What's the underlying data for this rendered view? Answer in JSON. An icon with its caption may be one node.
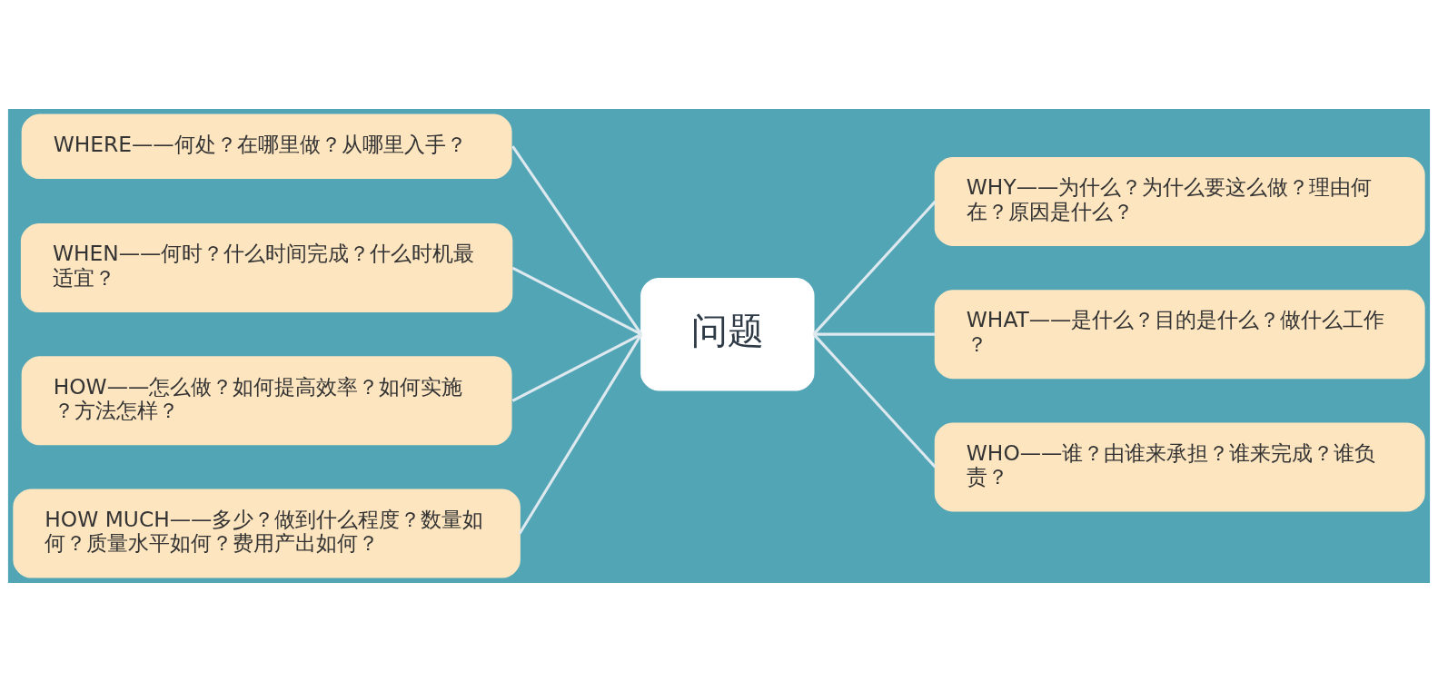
{
  "diagram": {
    "nodes": [
      {
        "text": [
          "问题"
        ]
      },
      {
        "text": [
          "WHERE——何处？在哪里做？从哪里入手？"
        ]
      },
      {
        "text": [
          "WHEN——何时？什么时间完成？什么时机最适宜？"
        ]
      },
      {
        "text": [
          "HOW——怎么做？如何提高效率？如何实施？方法怎样？"
        ]
      },
      {
        "text": [
          "HOW MUCH——多少？做到什么程度？数量如何？质量水平如何？费用产出如何？"
        ]
      },
      {
        "text": [
          "WHY——为什么？为什么要这么做？理由何在？原因是什么？"
        ]
      },
      {
        "text": [
          "WHAT——是什么？目的是什么？做什么工作？"
        ]
      },
      {
        "text": [
          "WHO——谁？由谁来承担？谁来完成？谁负责？"
        ]
      }
    ],
    "edges": [
      {
        "from": 0,
        "to": 1,
        "arrow": "none"
      },
      {
        "from": 0,
        "to": 2,
        "arrow": "none"
      },
      {
        "from": 0,
        "to": 3,
        "arrow": "none"
      },
      {
        "from": 0,
        "to": 4,
        "arrow": "none"
      },
      {
        "from": 0,
        "to": 5,
        "arrow": "none"
      },
      {
        "from": 0,
        "to": 6,
        "arrow": "none"
      },
      {
        "from": 0,
        "to": 7,
        "arrow": "none"
      }
    ]
  }
}
